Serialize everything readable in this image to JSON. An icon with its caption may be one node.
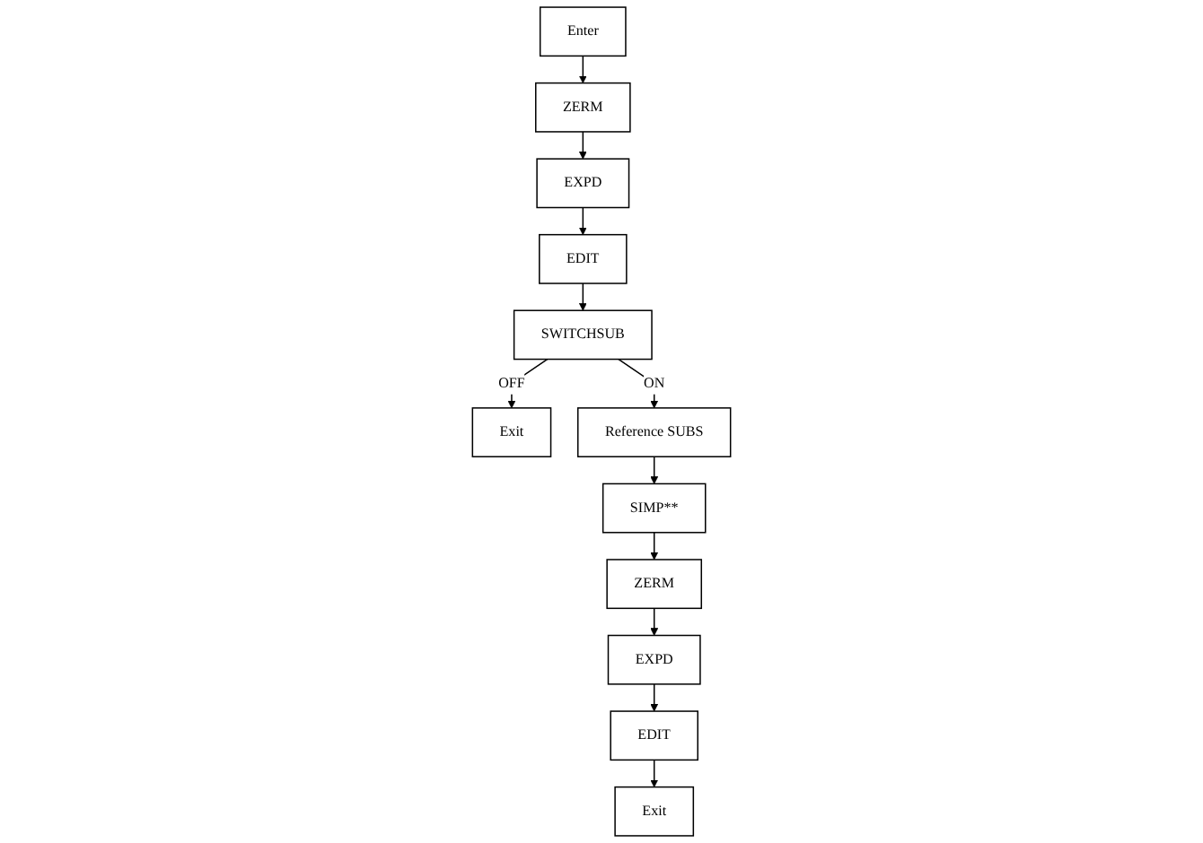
{
  "diagram": {
    "nodes": [
      {
        "text": [
          "Enter"
        ]
      },
      {
        "text": [
          "ZERM"
        ]
      },
      {
        "text": [
          "EXPD"
        ]
      },
      {
        "text": [
          "EDIT"
        ]
      },
      {
        "text": [
          "SWITCHSUB"
        ]
      },
      {
        "text": [
          "Exit"
        ]
      },
      {
        "text": [
          "Reference SUBS"
        ]
      },
      {
        "text": [
          "SIMP**"
        ]
      },
      {
        "text": [
          "ZERM"
        ]
      },
      {
        "text": [
          "EXPD"
        ]
      },
      {
        "text": [
          "EDIT"
        ]
      },
      {
        "text": [
          "Exit"
        ]
      }
    ],
    "edges": [
      {
        "from": 0,
        "to": 1,
        "arrow": "to"
      },
      {
        "from": 1,
        "to": 2,
        "arrow": "to"
      },
      {
        "from": 2,
        "to": 3,
        "arrow": "to"
      },
      {
        "from": 3,
        "to": 4,
        "arrow": "to"
      },
      {
        "from": 4,
        "to": 6,
        "arrow": "to",
        "label": "ON"
      },
      {
        "from": 4,
        "to": 5,
        "arrow": "to",
        "label": "OFF"
      },
      {
        "from": 6,
        "to": 7,
        "arrow": "to"
      },
      {
        "from": 7,
        "to": 8,
        "arrow": "to"
      },
      {
        "from": 8,
        "to": 9,
        "arrow": "to"
      },
      {
        "from": 9,
        "to": 10,
        "arrow": "to"
      },
      {
        "from": 10,
        "to": 11,
        "arrow": "to"
      }
    ]
  }
}
